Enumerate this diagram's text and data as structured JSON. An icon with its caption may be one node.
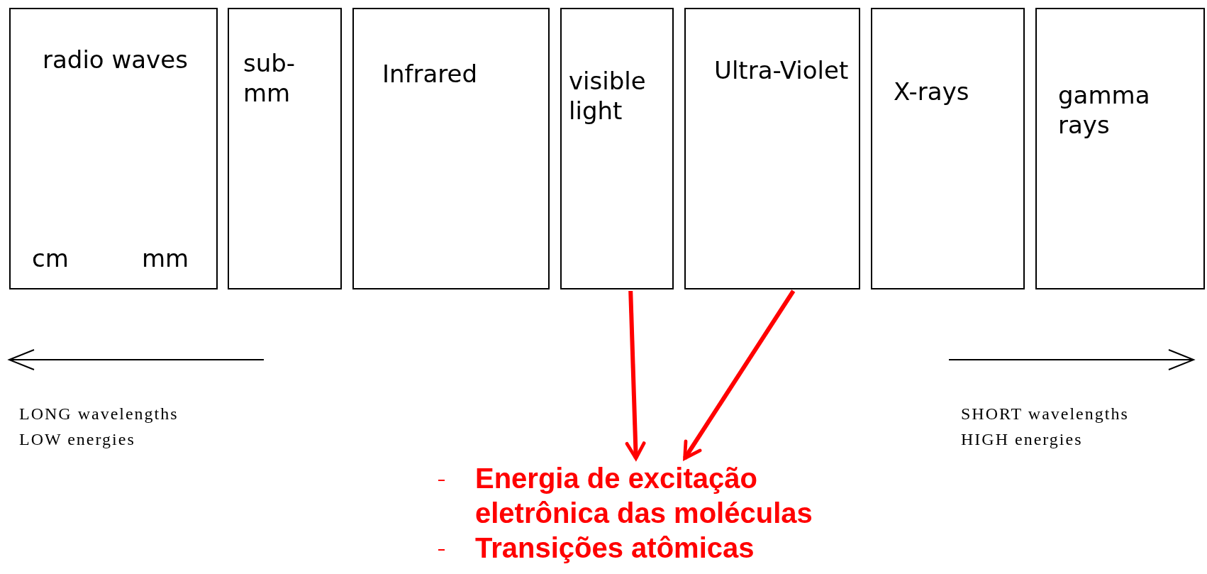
{
  "diagram": {
    "nodes": [
      {
        "text": [
          "radio waves",
          "cm",
          "mm"
        ]
      },
      {
        "text": [
          "sub-mm"
        ]
      },
      {
        "text": [
          "Infrared"
        ]
      },
      {
        "text": [
          "visible light"
        ]
      },
      {
        "text": [
          "Ultra-Violet"
        ]
      },
      {
        "text": [
          "X-rays"
        ]
      },
      {
        "text": [
          "gamma rays"
        ]
      },
      {
        "text": [
          "Energia de excitação eletrônica das moléculas",
          "Transições atômicas"
        ]
      }
    ],
    "edges": [
      {
        "from": 3,
        "to": 7,
        "arrow": "to",
        "color": "#ff0000"
      },
      {
        "from": 4,
        "to": 7,
        "arrow": "to",
        "color": "#ff0000"
      }
    ],
    "labels": [
      "LONG wavelengths",
      "LOW energies",
      "SHORT wavelengths",
      "HIGH energies"
    ]
  }
}
